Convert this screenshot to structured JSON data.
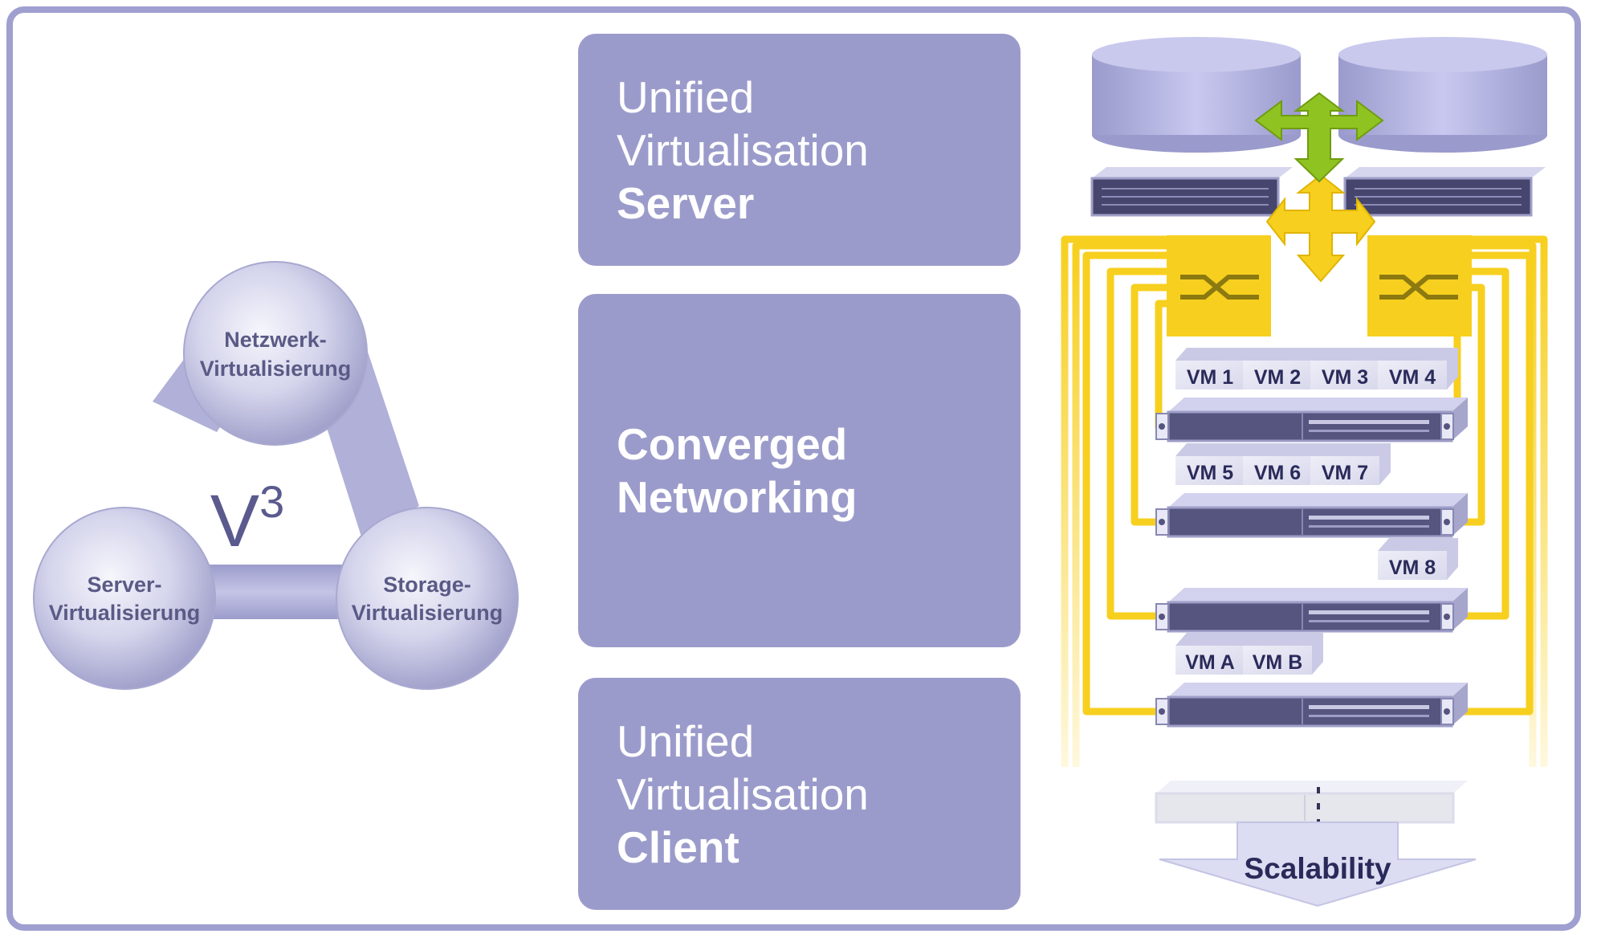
{
  "triangle": {
    "center_label": "V",
    "center_sup": "3",
    "nodes": [
      {
        "line1": "Netzwerk-",
        "line2": "Virtualisierung"
      },
      {
        "line1": "Server-",
        "line2": "Virtualisierung"
      },
      {
        "line1": "Storage-",
        "line2": "Virtualisierung"
      }
    ]
  },
  "panels": [
    {
      "line1": "Unified",
      "line2": "Virtualisation",
      "line3": "Server"
    },
    {
      "line1": "Converged",
      "line2": "Networking"
    },
    {
      "line1": "Unified",
      "line2": "Virtualisation",
      "line3": "Client"
    }
  ],
  "infrastructure": {
    "vm_rows": [
      [
        "VM 1",
        "VM 2",
        "VM 3",
        "VM 4"
      ],
      [
        "VM 5",
        "VM 6",
        "VM 7"
      ],
      [
        "VM 8"
      ],
      [
        "VM A",
        "VM B"
      ]
    ],
    "scalability_label": "Scalability"
  },
  "colors": {
    "frame": "#9f9fd0",
    "panel": "#9b9bcb",
    "cable_yellow": "#f7cf1e",
    "arrow_green": "#8fc321",
    "server_dark": "#55557f",
    "storage_disk": "#b8b8e6",
    "text_dark": "#2a2a5a"
  }
}
